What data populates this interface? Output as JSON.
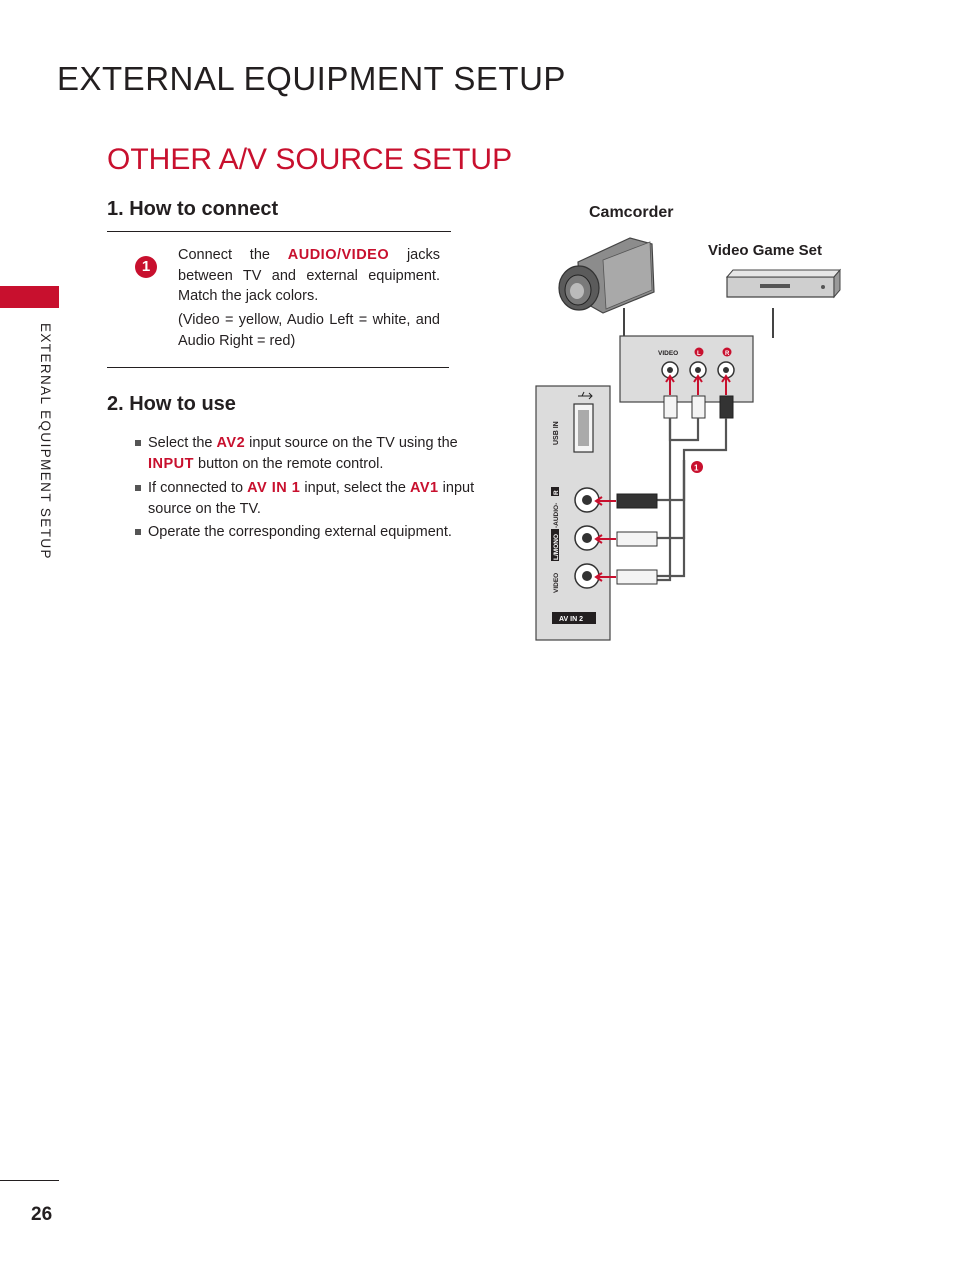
{
  "header": {
    "title": "EXTERNAL EQUIPMENT SETUP"
  },
  "section": {
    "title": "OTHER A/V SOURCE SETUP"
  },
  "side_tab": {
    "label": "EXTERNAL EQUIPMENT SETUP"
  },
  "colors": {
    "accent": "#c8102e",
    "text": "#231f20",
    "panel": "#dcdcdc"
  },
  "connect": {
    "heading": "1. How to connect",
    "step_number": "1",
    "text_prefix": "Connect the ",
    "text_highlight": "AUDIO/VIDEO",
    "text_suffix": " jacks between TV and external equipment. Match the jack colors.",
    "note": "(Video = yellow, Audio Left = white, and Audio Right = red)"
  },
  "use": {
    "heading": "2. How to use",
    "bullets": [
      {
        "before": "Select the ",
        "hl1": "AV2",
        "middle": " input source on the TV using the ",
        "hl2": "INPUT",
        "after": " button on the remote control."
      },
      {
        "before": "If connected to ",
        "hl1": "AV IN 1",
        "middle": " input, select the ",
        "hl2": "AV1",
        "after": " input source on the TV."
      },
      {
        "before": "Operate the corresponding external equipment.",
        "hl1": "",
        "middle": "",
        "hl2": "",
        "after": ""
      }
    ]
  },
  "diagram": {
    "camcorder_label": "Camcorder",
    "game_label": "Video Game Set",
    "device_jacks": {
      "video": "VIDEO",
      "left": "L",
      "right": "R"
    },
    "tv_panel": {
      "usb_label": "USB IN",
      "av_vertical": "VIDEO",
      "mono_label": "L/MONO",
      "audio_label": "-AUDIO-",
      "r_label": "R",
      "av_in_label": "AV IN 2"
    },
    "marker": "1"
  },
  "footer": {
    "page_number": "26"
  }
}
